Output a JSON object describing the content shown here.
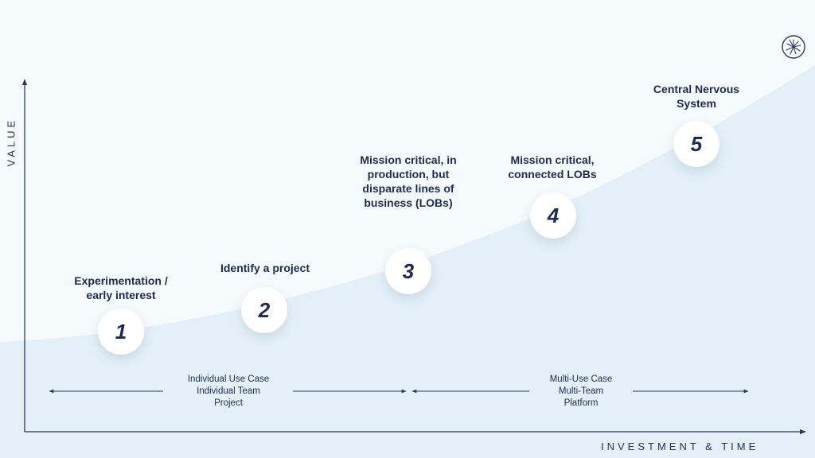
{
  "axes": {
    "y_label": "VALUE",
    "x_label": "INVESTMENT & TIME"
  },
  "stages": [
    {
      "number": "1",
      "label": "Experimentation /\nearly interest"
    },
    {
      "number": "2",
      "label": "Identify a project"
    },
    {
      "number": "3",
      "label": "Mission critical, in\nproduction, but\ndisparate lines of\nbusiness (LOBs)"
    },
    {
      "number": "4",
      "label": "Mission critical,\nconnected LOBs"
    },
    {
      "number": "5",
      "label": "Central Nervous\nSystem"
    }
  ],
  "ranges": [
    {
      "label": "Individual Use Case\nIndividual Team\nProject"
    },
    {
      "label": "Multi-Use Case\nMulti-Team\nPlatform"
    }
  ],
  "colors": {
    "background": "#f5fafd",
    "area_fill": "#e3f0f8",
    "ink": "#1f2b4d"
  },
  "logo": {
    "icon": "starburst-logo-icon"
  }
}
